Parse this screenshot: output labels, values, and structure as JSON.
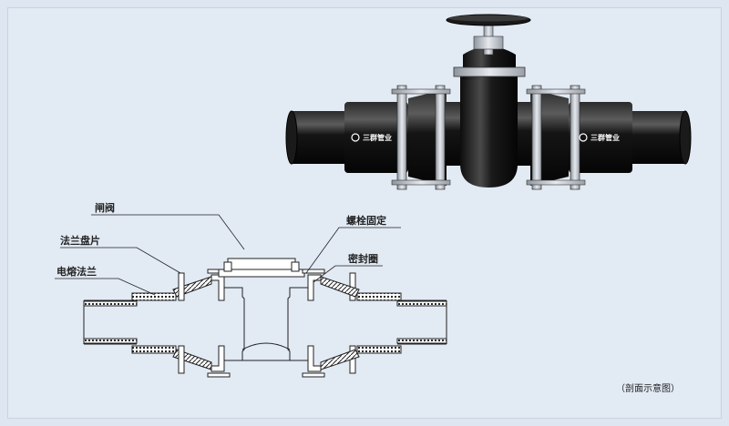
{
  "labels": {
    "gate_valve": "闸阀",
    "flange_plate": "法兰盘片",
    "electrofusion_flange": "电熔法兰",
    "bolt_fixing": "螺栓固定",
    "seal_ring": "密封圈",
    "section_caption": "（剖面示意图）"
  },
  "brand": {
    "left": "三群管业",
    "right": "三群管业"
  },
  "colors": {
    "background": "#e2eaf4",
    "pipe_dark": "#111111",
    "pipe_highlight": "#5a5a5a",
    "metal": "#c9ced6",
    "line": "#222222"
  }
}
